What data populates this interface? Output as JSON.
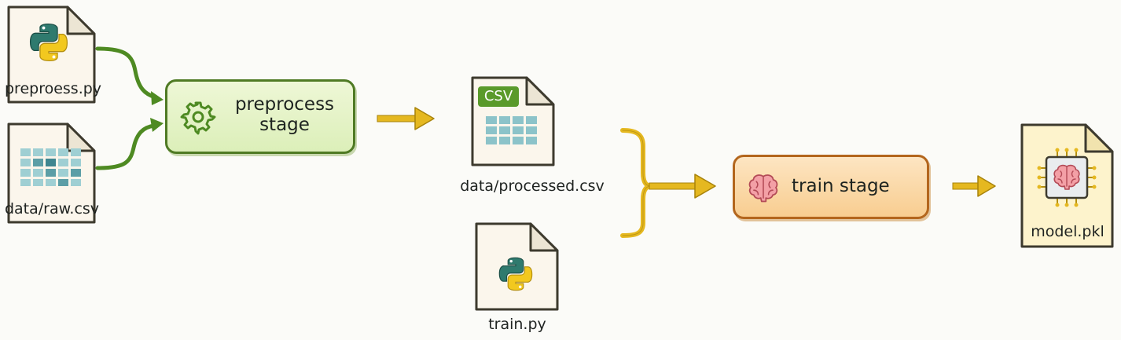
{
  "files": {
    "preprocess_py": "preproess.py",
    "raw_csv": "data/raw.csv",
    "processed_csv": "data/processed.csv",
    "processed_csv_badge": "CSV",
    "train_py": "train.py",
    "model_pkl": "model.pkl"
  },
  "stages": {
    "preprocess": {
      "line1": "preprocess",
      "line2": "stage",
      "icon": "gear-icon"
    },
    "train": {
      "label": "train stage",
      "icon": "brain-icon"
    }
  },
  "colors": {
    "green_arrow": "#4e8a22",
    "yellow_arrow": "#e5b820",
    "preprocess_fill": "#e3f2c8",
    "preprocess_border": "#4f7a24",
    "train_fill": "#fad7a4",
    "train_border": "#b3661d",
    "file_border": "#3d3a2e",
    "csv_green": "#5a9a2a",
    "table_teal": "#8cc3c9"
  }
}
